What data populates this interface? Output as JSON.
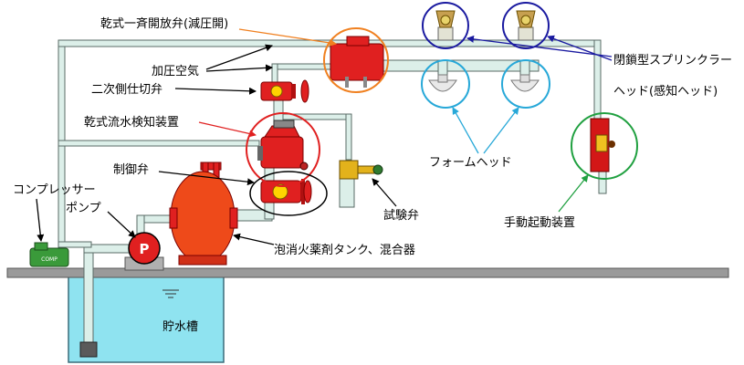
{
  "labels": {
    "dry_deluge_valve": "乾式一斉開放弁(減圧開)",
    "pressurized_air": "加圧空気",
    "secondary_gate_valve": "二次側仕切弁",
    "dry_flow_detector": "乾式流水検知装置",
    "control_valve": "制御弁",
    "compressor": "コンプレッサー",
    "pump": "ポンプ",
    "closed_sprinkler_head_1": "閉鎖型スプリンクラー",
    "closed_sprinkler_head_2": "ヘッド(感知ヘッド)",
    "foam_head": "フォームヘッド",
    "test_valve": "試験弁",
    "manual_start_device": "手動起動装置",
    "foam_tank_mixer": "泡消火薬剤タンク、混合器",
    "water_tank": "貯水槽",
    "pump_symbol": "P",
    "compressor_symbol": "COMP"
  },
  "colors": {
    "deluge_circle": "#f08020",
    "sprinkler_circle": "#1a1aa0",
    "foam_circle": "#27a8d8",
    "flow_detector_circle": "#e02020",
    "manual_circle": "#20a040",
    "control_valve_circle": "#000000",
    "pump_circle": "#000000",
    "equipment_red": "#e02020",
    "pipe_fill": "#dcefe9",
    "water": "#8fe3f0"
  }
}
